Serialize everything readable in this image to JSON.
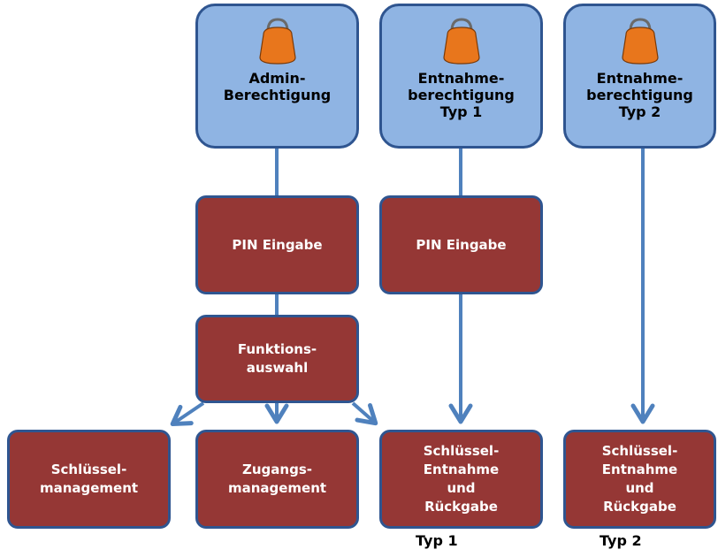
{
  "roles": [
    {
      "icon": "padlock-icon",
      "label": "Admin-\nBerechtigung"
    },
    {
      "icon": "padlock-icon",
      "label": "Entnahme-\nberechtigung\nTyp 1"
    },
    {
      "icon": "padlock-icon",
      "label": "Entnahme-\nberechtigung\nTyp 2"
    }
  ],
  "steps": {
    "pin_admin": "PIN Eingabe",
    "pin_typ1": "PIN Eingabe",
    "funktionsauswahl": "Funktions-\nauswahl",
    "schluesselmanagement": "Schlüssel-\nmanagement",
    "zugangsmanagement": "Zugangs-\nmanagement",
    "entnahme_typ1": "Schlüssel-\nEntnahme\nund\nRückgabe",
    "entnahme_typ2": "Schlüssel-\nEntnahme\nund\nRückgabe"
  },
  "outcome_labels": [
    "Typ 1",
    "Typ 2"
  ],
  "colors": {
    "role_fill": "#8fb4e3",
    "role_border": "#2f5590",
    "step_fill": "#953735",
    "connector": "#4f81bd",
    "lock_fill": "#e8761c"
  }
}
